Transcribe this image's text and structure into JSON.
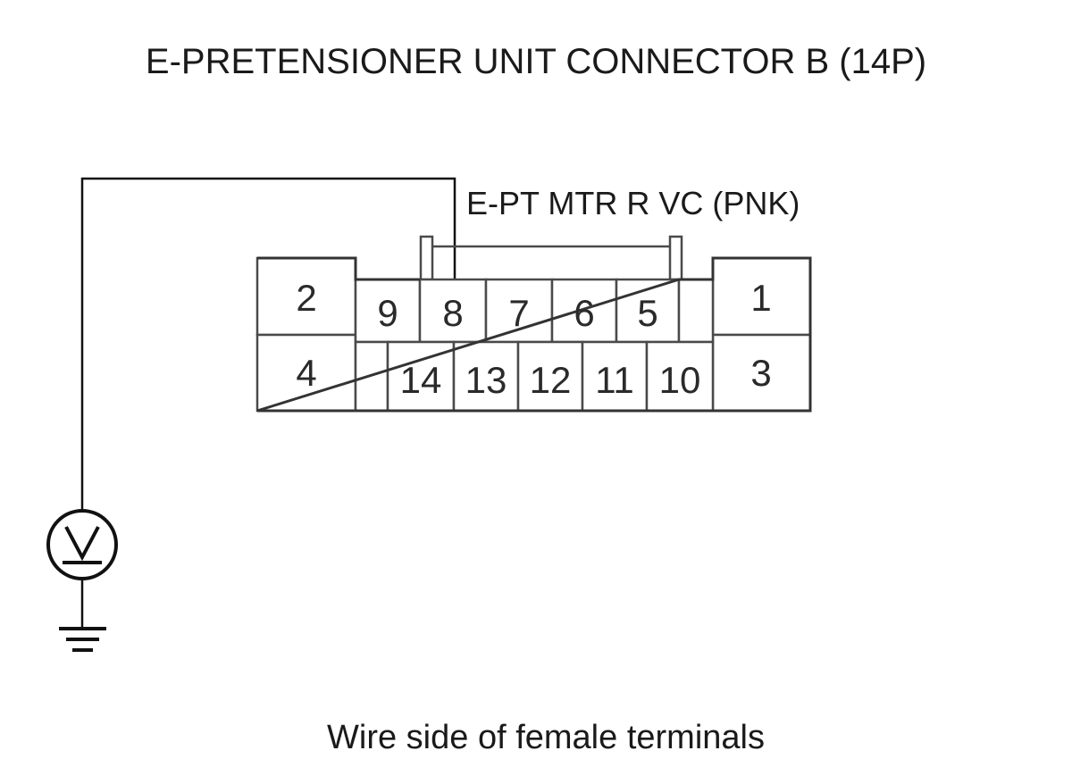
{
  "diagram": {
    "title": "E-PRETENSIONER UNIT CONNECTOR B (14P)",
    "wire_label": "E-PT MTR R VC (PNK)",
    "caption": "Wire side of female terminals",
    "pins": {
      "p1": "1",
      "p2": "2",
      "p3": "3",
      "p4": "4",
      "p5": "5",
      "p6": "6",
      "p7": "7",
      "p8": "8",
      "p9": "9",
      "p10": "10",
      "p11": "11",
      "p12": "12",
      "p13": "13",
      "p14": "14"
    },
    "probe_pin": "8",
    "meter_symbol": "V",
    "colors": {
      "line": "#111111",
      "cell_border": "#4a4a4a",
      "text": "#1a1a1a"
    },
    "icons": {
      "meter": "voltmeter-icon",
      "ground": "ground-icon"
    }
  }
}
